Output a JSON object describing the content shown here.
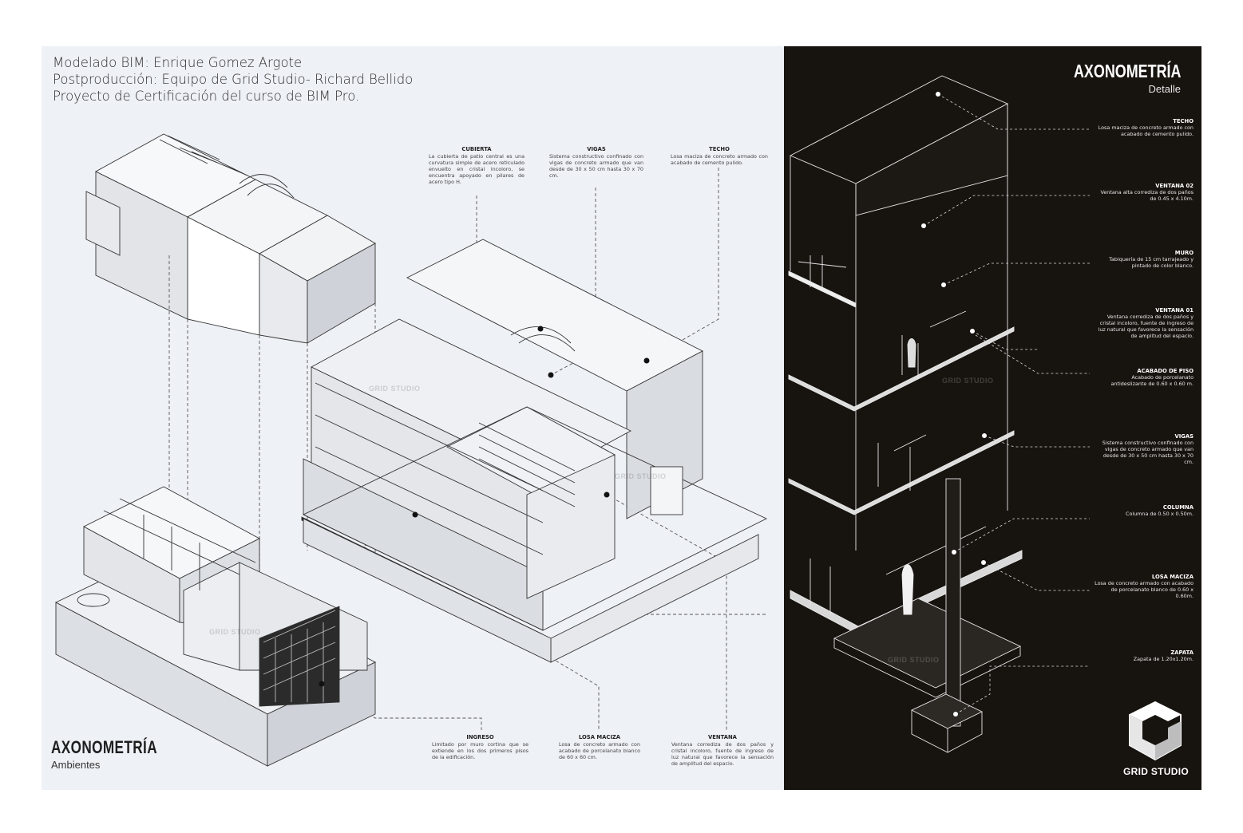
{
  "credits": [
    "Modelado BIM: Enrique Gomez Argote",
    "Postproducción: Equipo de Grid Studio- Richard Bellido",
    "Proyecto de Certificación del curso de BIM Pro."
  ],
  "left_title": {
    "title": "AXONOMETRÍA",
    "subtitle": "Ambientes"
  },
  "left_notes": {
    "cubierta": {
      "title": "CUBIERTA",
      "text": "La cubierta de patio central es una curvatura simple de acero reticulado envuelto en cristal incoloro, se encuentra apoyado en pilares de acero tipo H."
    },
    "vigas": {
      "title": "VIGAS",
      "text": "Sistema constructivo confinado con vigas de concreto armado que van desde de 30 x 50 cm hasta 30 x 70 cm."
    },
    "techo": {
      "title": "TECHO",
      "text": "Losa maciza de concreto armado con acabado de cemento pulido."
    },
    "ingreso": {
      "title": "INGRESO",
      "text": "Limitado por muro cortina que se extiende en los dos primeros pisos de la edificación."
    },
    "losa_maciza": {
      "title": "LOSA MACIZA",
      "text": "Losa de concreto armado con acabado de porcelanato blanco de 60 x 60 cm."
    },
    "ventana": {
      "title": "VENTANA",
      "text": "Ventana corrediza de dos paños y cristal incoloro, fuente de ingreso de luz natural que favorece la sensación de amplitud del espacio."
    }
  },
  "right_title": {
    "title": "AXONOMETRÍA",
    "subtitle": "Detalle"
  },
  "right_notes": [
    {
      "title": "TECHO",
      "text": "Losa maciza de concreto armado con acabado de cemento pulido."
    },
    {
      "title": "VENTANA 02",
      "text": "Ventana alta corrediza de dos paños de 0.45 x 4.10m."
    },
    {
      "title": "MURO",
      "text": "Tabiquería de 15 cm tarrajeado y pintado de color blanco."
    },
    {
      "title": "VENTANA 01",
      "text": "Ventana corrediza de dos paños y cristal incoloro, fuente de ingreso de luz natural que favorece la sensación de amplitud del espacio."
    },
    {
      "title": "ACABADO DE PISO",
      "text": "Acabado de porcelanato antideslizante de 0.60 x 0.60 m."
    },
    {
      "title": "VIGAS",
      "text": "Sistema constructivo confinado con vigas de concreto armado que van desde de 30 x 50 cm hasta 30 x 70 cm."
    },
    {
      "title": "COLUMNA",
      "text": "Columna de 0.50 x 0.50m."
    },
    {
      "title": "LOSA MACIZA",
      "text": "Losa de concreto armado con acabado de porcelanato blanco de 0.60 x 0.60m."
    },
    {
      "title": "ZAPATA",
      "text": "Zapata de 1.20x1.20m."
    }
  ],
  "watermark": "GRID STUDIO",
  "brand": "GRID STUDIO",
  "colors": {
    "left_bg": "#eef1f6",
    "right_bg": "#17130f",
    "line_dark": "#222222",
    "line_light": "#ffffff"
  }
}
